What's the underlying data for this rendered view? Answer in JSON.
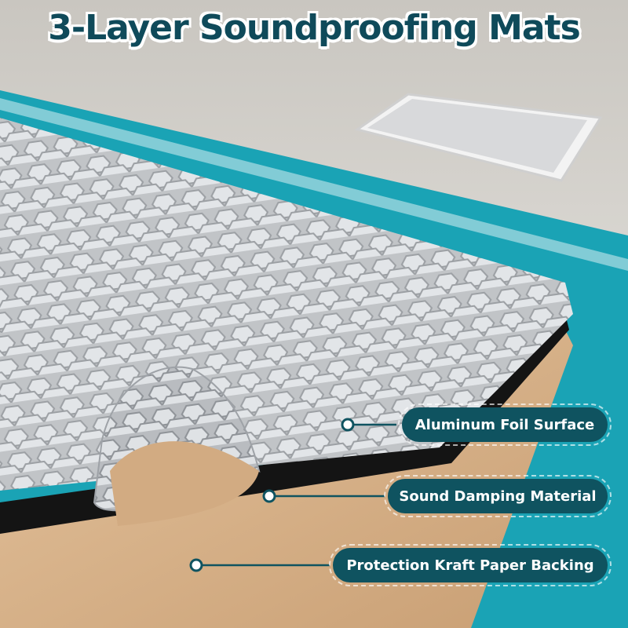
{
  "title": "3-Layer Soundproofing Mats",
  "callouts": [
    {
      "label": "Aluminum Foil Surface"
    },
    {
      "label": "Sound Damping Material"
    },
    {
      "label": "Protection Kraft Paper Backing"
    }
  ],
  "colors": {
    "teal": "#1aa3b5",
    "dark_teal": "#0f5360",
    "foil": "#c9ccd0",
    "kraft": "#d9b58e",
    "damping": "#1a1a1a",
    "ceiling": "#e9e7e2"
  }
}
